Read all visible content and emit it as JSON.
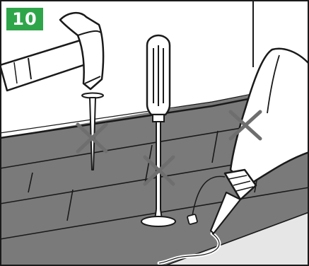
{
  "step": {
    "number": "10",
    "badge_color": "#2fa54a"
  },
  "scene": {
    "items": [
      "hammer",
      "nail",
      "screwdriver",
      "glue-bottle"
    ],
    "prohibited_marks": 3,
    "cross_color": "#6e6e6e",
    "floor_color": "#7a7a7a",
    "wall_color": "#ffffff",
    "line_color": "#1a1a1a"
  }
}
